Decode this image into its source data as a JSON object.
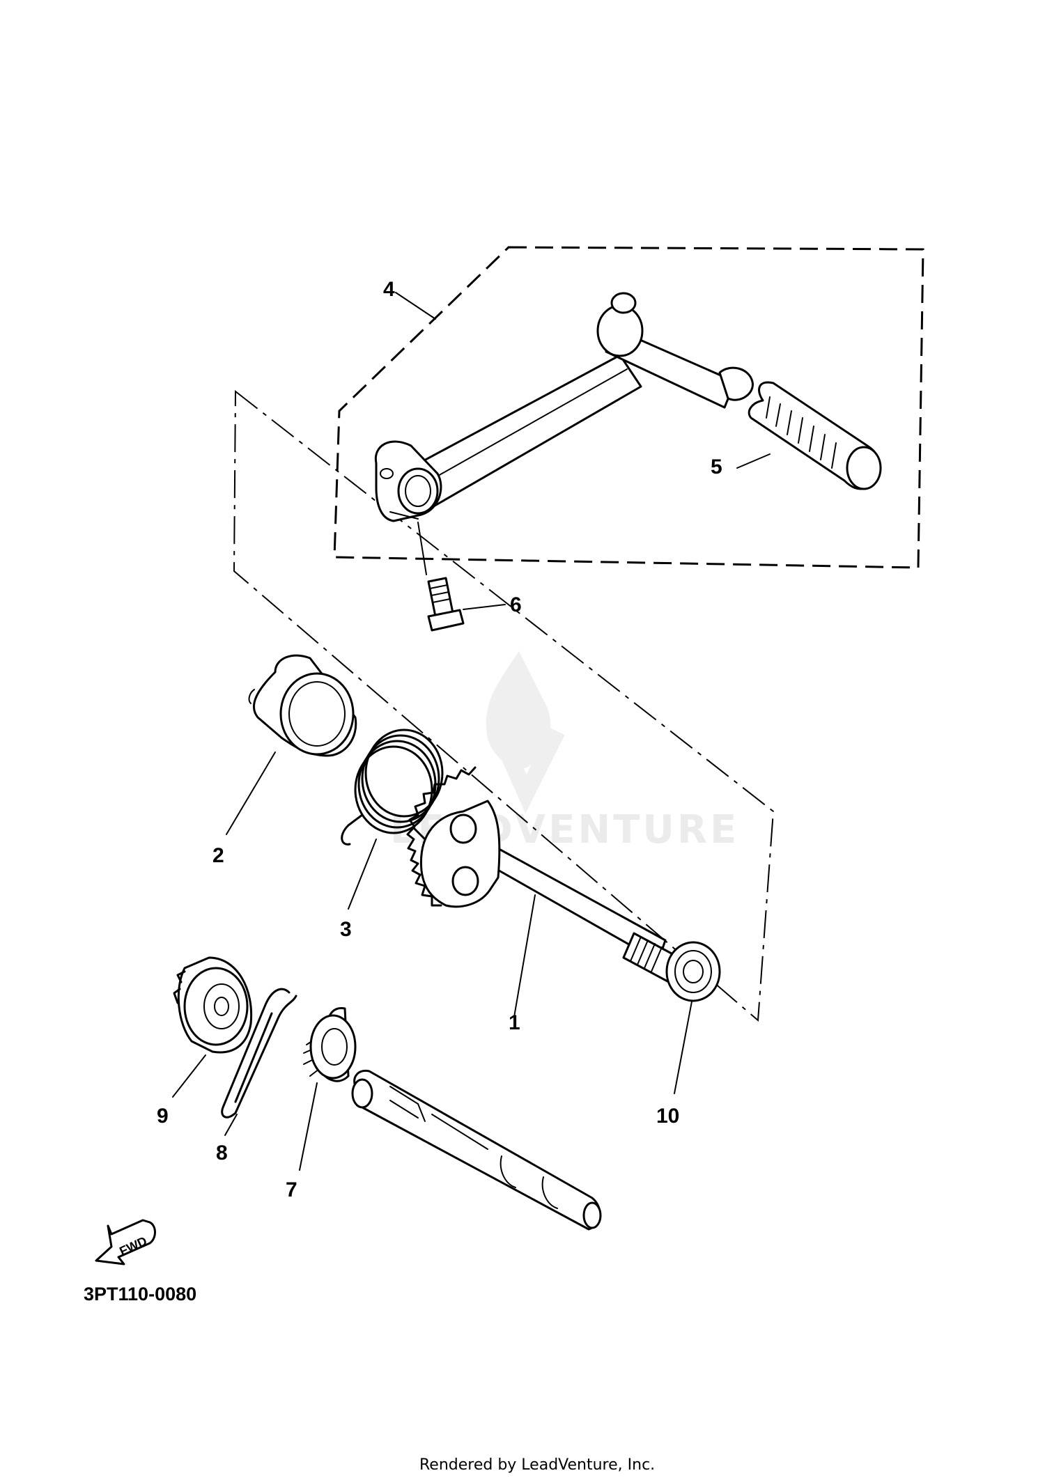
{
  "diagram": {
    "part_labels": {
      "p1": "1",
      "p2": "2",
      "p3": "3",
      "p4": "4",
      "p5": "5",
      "p6": "6",
      "p7": "7",
      "p8": "8",
      "p9": "9",
      "p10": "10"
    },
    "fwd_arrow": "FWD",
    "diagram_code": "3PT110-0080",
    "watermark": "LEADVENTURE",
    "footer_credit": "Rendered by LeadVenture, Inc."
  }
}
